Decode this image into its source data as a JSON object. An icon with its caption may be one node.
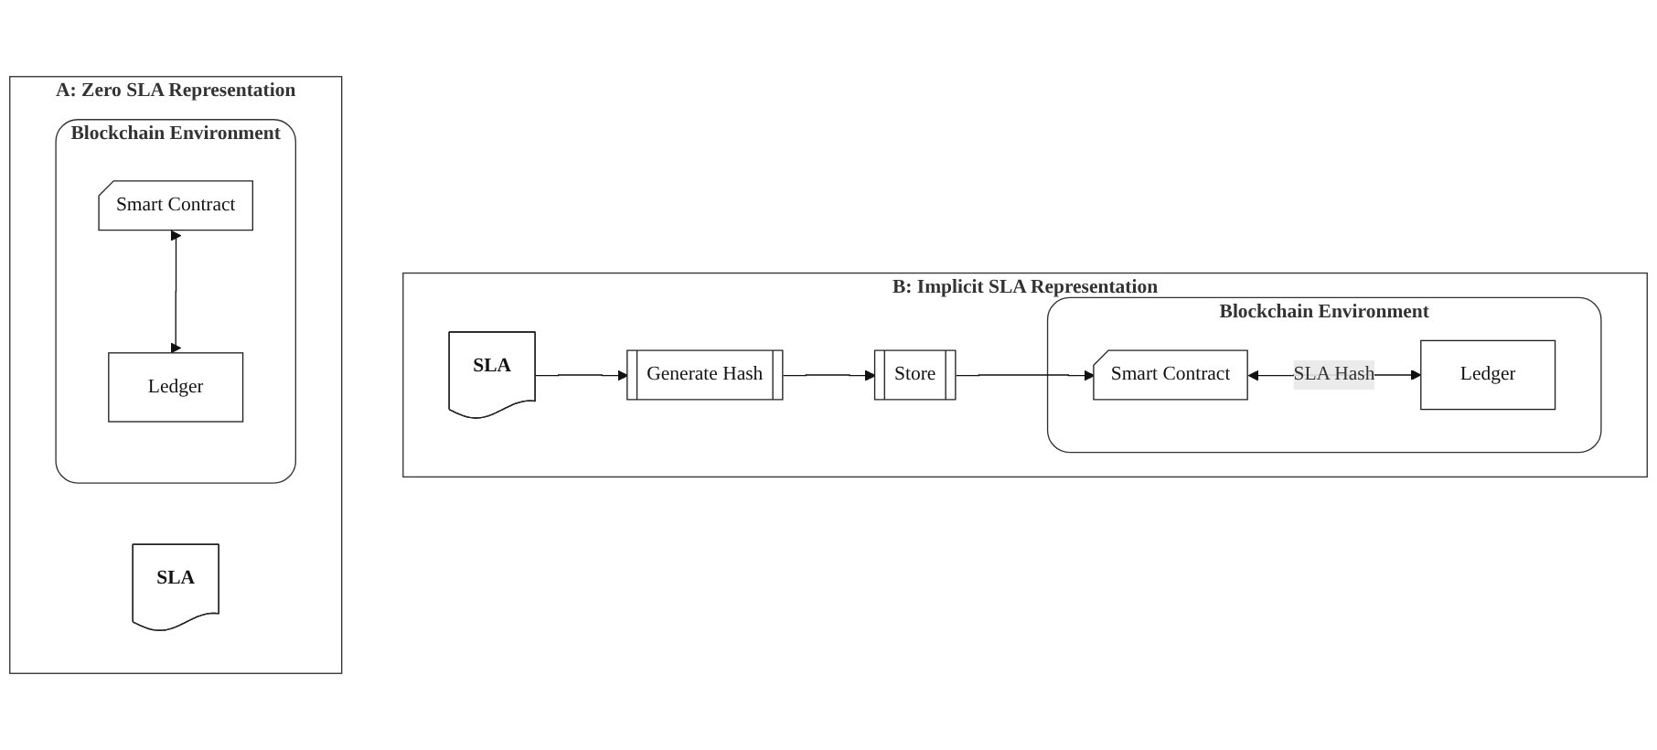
{
  "diagram": {
    "nodes": [
      {
        "text": [
          "A: Zero SLA Representation"
        ]
      },
      {
        "text": [
          "SLA"
        ],
        "in": 0
      },
      {
        "text": [
          "Blockchain Environment"
        ],
        "in": 0
      },
      {
        "text": [
          "Smart Contract"
        ],
        "in": 2
      },
      {
        "text": [
          "Ledger"
        ],
        "in": 2
      },
      {
        "text": [
          "B: Implicit SLA Representation"
        ]
      },
      {
        "text": [
          "Store"
        ],
        "in": 5
      },
      {
        "text": [
          "Generate Hash"
        ],
        "in": 5
      },
      {
        "text": [
          "SLA"
        ],
        "in": 5
      },
      {
        "text": [
          "Blockchain Environment"
        ],
        "in": 5
      },
      {
        "text": [
          "Smart Contract"
        ],
        "in": 9
      },
      {
        "text": [
          "Ledger"
        ],
        "in": 9
      }
    ],
    "edges": [
      {
        "from": 3,
        "to": 4,
        "arrow": "both"
      },
      {
        "from": 8,
        "to": 7,
        "arrow": "to"
      },
      {
        "from": 7,
        "to": 6,
        "arrow": "to"
      },
      {
        "from": 6,
        "to": 10,
        "arrow": "to"
      },
      {
        "from": 10,
        "to": 11,
        "arrow": "both",
        "label": "SLA Hash"
      }
    ]
  }
}
